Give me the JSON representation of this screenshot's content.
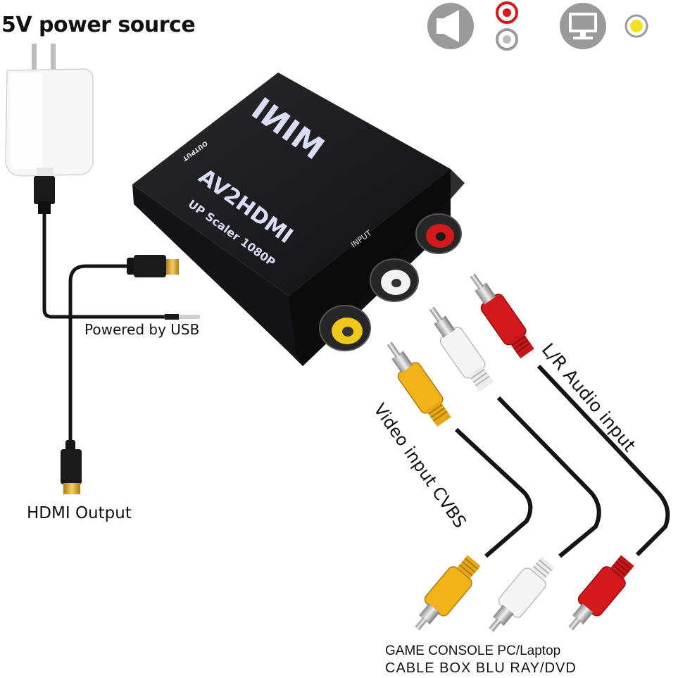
{
  "labels": {
    "power_source": "5V power source",
    "powered_by_usb": "Powered by USB",
    "hdmi_output": "HDMI Output",
    "video_input": "Video input CVBS",
    "audio_input": "L/R Audio input",
    "sources_line1": "GAME CONSOLE  PC/Laptop",
    "sources_line2": "CABLE BOX  BLU RAY/DVD"
  },
  "device": {
    "brand_top": "MINI",
    "model": "AV2HDMI",
    "subtitle": "UP Scaler 1080P",
    "input_port_label": "INPUT",
    "output_port_label": "OUTPUT"
  },
  "icons": {
    "audio": "speaker-icon",
    "audio_jacks": "red-white-rca-icon",
    "video": "monitor-icon",
    "video_jack": "yellow-rca-icon"
  },
  "colors": {
    "device_body": "#1c1c1e",
    "rca_red": "#d3191c",
    "rca_white": "#f2f2f2",
    "rca_yellow": "#f1b21a",
    "cable": "#141414",
    "icon_gray": "#9a9a9a"
  }
}
